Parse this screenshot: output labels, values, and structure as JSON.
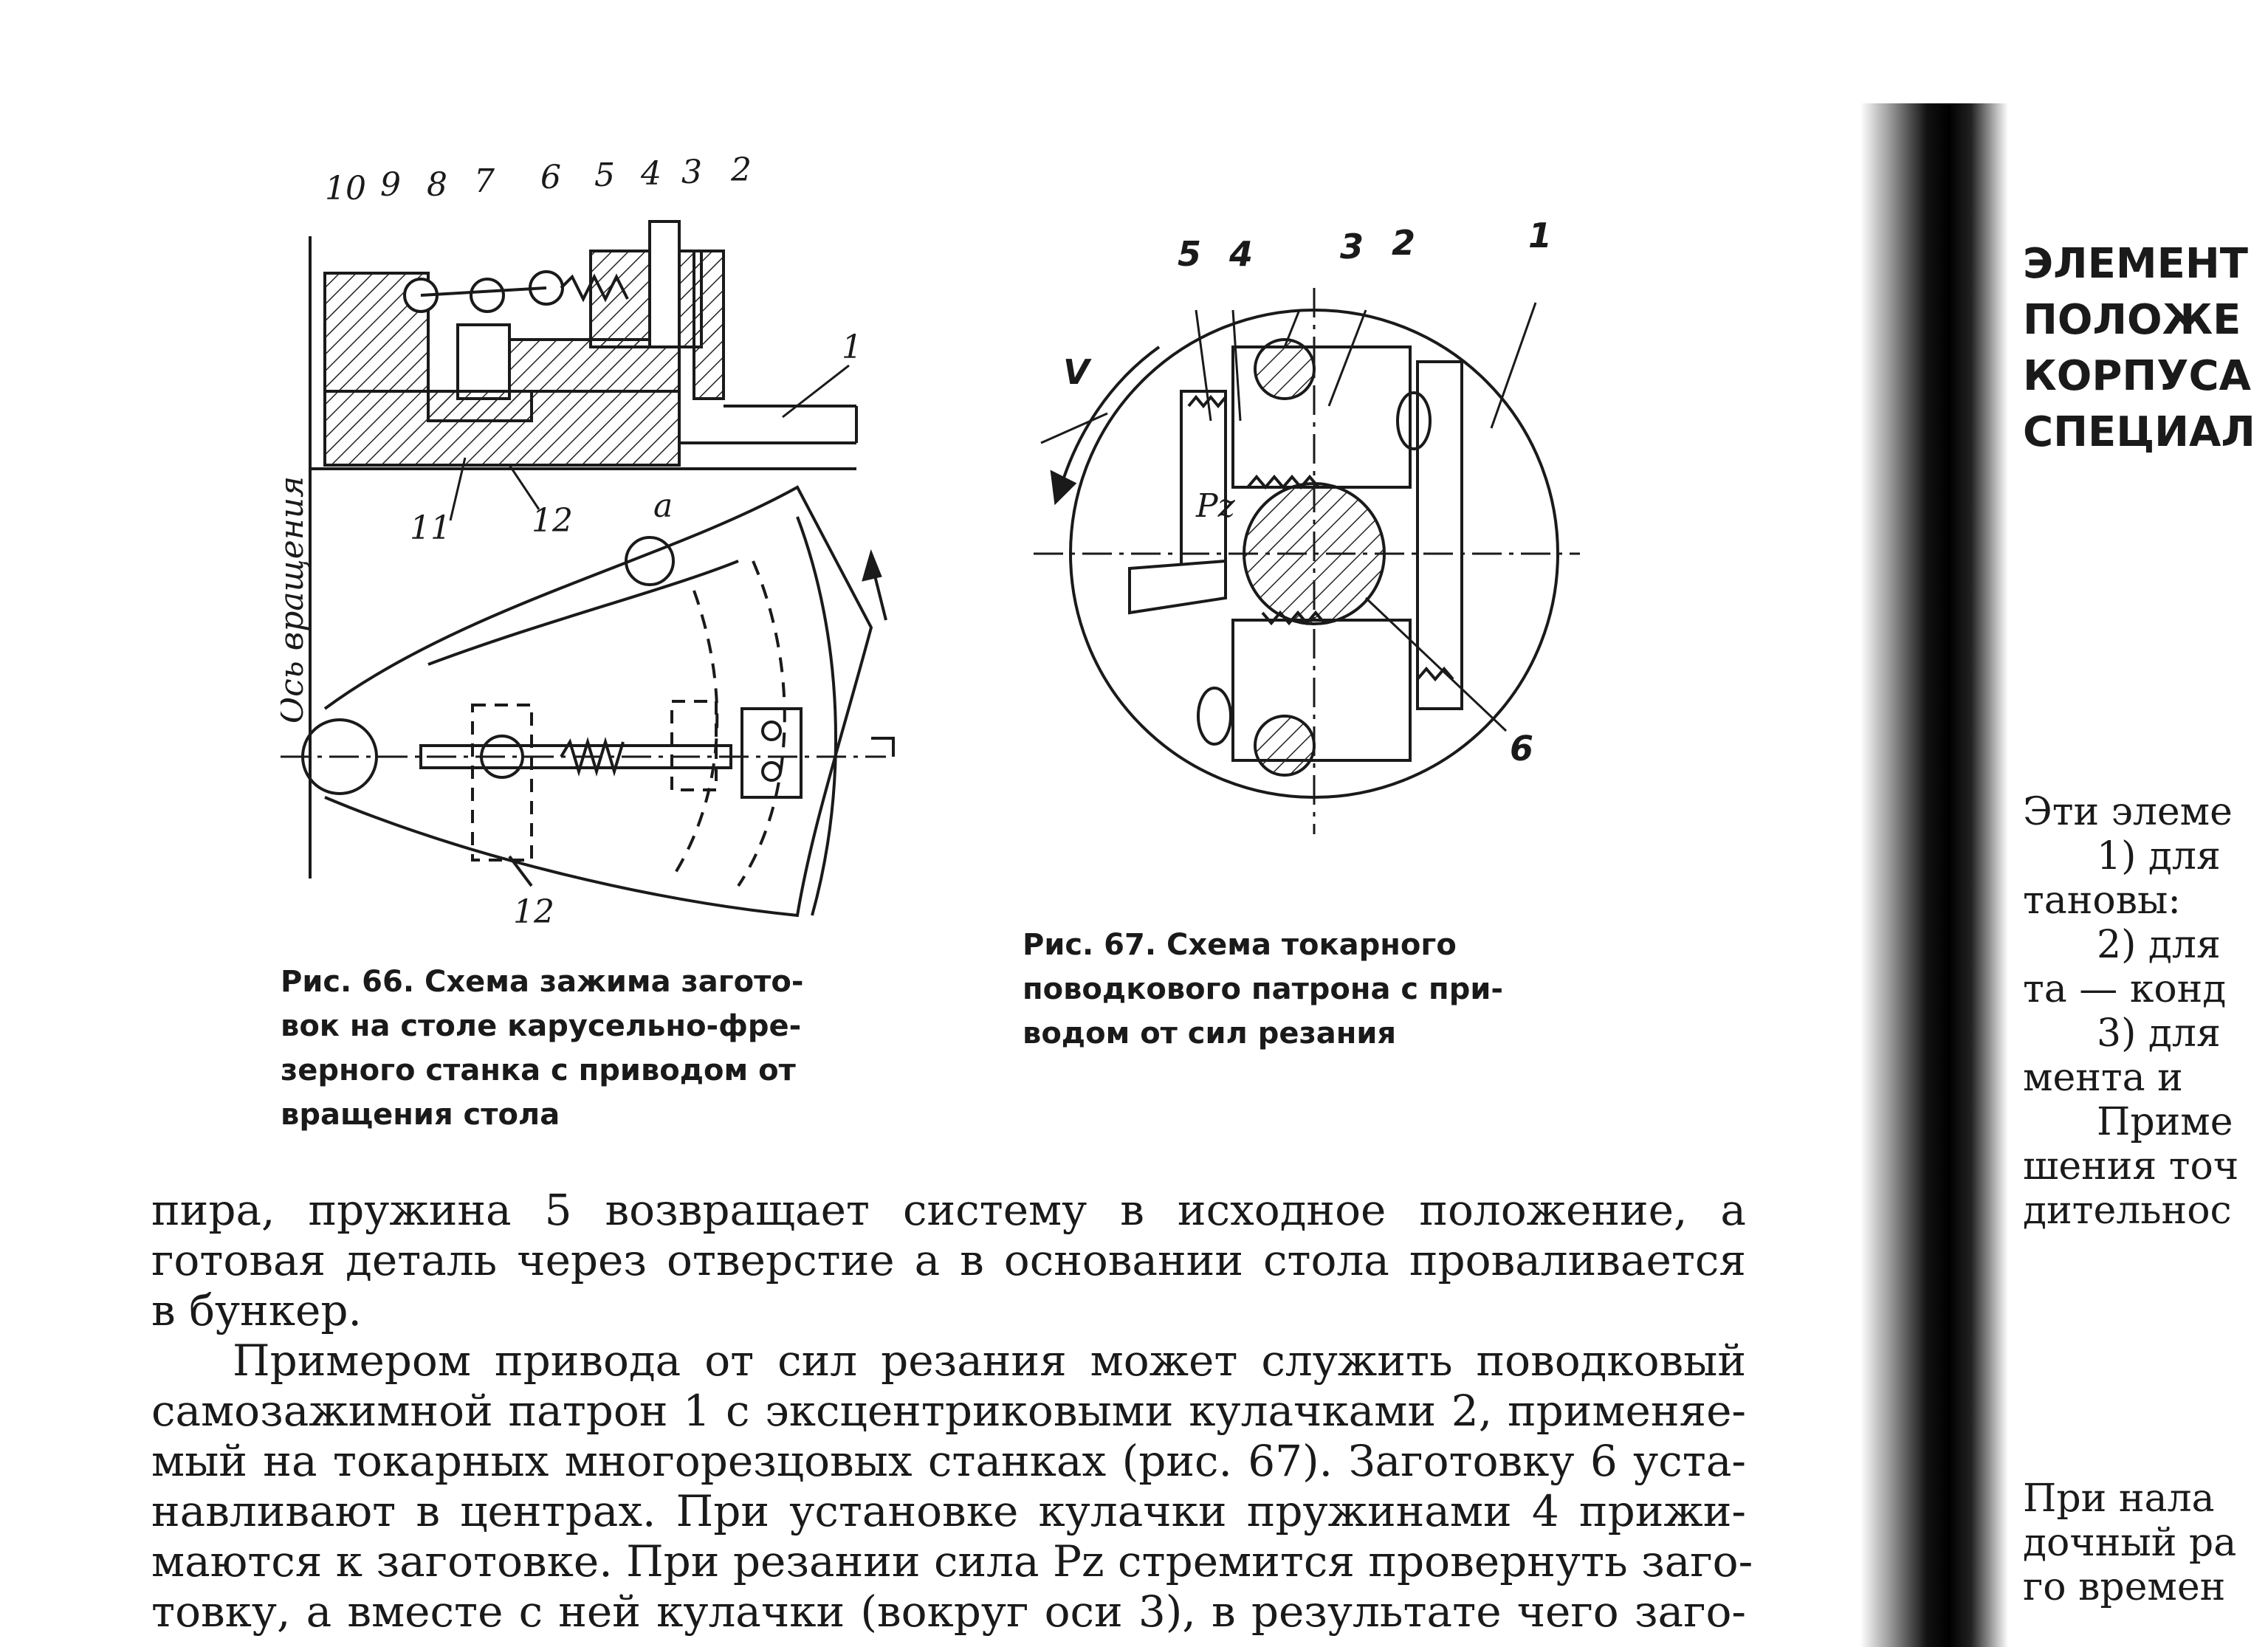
{
  "figure66": {
    "labels_top": [
      "10",
      "9",
      "8",
      "7",
      "6",
      "5",
      "4",
      "3",
      "2"
    ],
    "label_1": "1",
    "label_11": "11",
    "label_12": "12",
    "label_12_bottom": "12",
    "label_a": "a",
    "axis_label": "Ось вращения",
    "caption_lines": [
      "Рис. 66. Схема зажима загото-",
      "вок на столе карусельно-фре-",
      "зерного станка с приводом от",
      "вращения стола"
    ]
  },
  "figure67": {
    "labels": [
      "5",
      "4",
      "3",
      "2",
      "1"
    ],
    "label_6": "6",
    "label_v": "V",
    "label_pz": "Pz",
    "caption_lines": [
      "Рис. 67. Схема токарного",
      "поводкового патрона с при-",
      "водом от сил резания"
    ]
  },
  "body": {
    "lines": [
      "пира, пружина 5 возвращает систему в исходное положение, а",
      "готовая деталь через отверстие a в основании стола проваливается",
      "в бункер.",
      "Примером привода от сил резания может служить поводковый",
      "самозажимной патрон 1 с эксцентриковыми кулачками 2, применяе-",
      "мый на токарных многорезцовых станках (рис. 67). Заготовку 6 уста-",
      "навливают в центрах. При установке кулачки пружинами 4 прижи-",
      "маются к заготовке. При резании сила Pz стремится провернуть заго-",
      "товку, а вместе с ней кулачки (вокруг оси 3), в результате чего заго-"
    ]
  },
  "right_page": {
    "heading_lines": [
      "ЭЛЕМЕНТ",
      "ПОЛОЖЕ",
      "КОРПУСА",
      "СПЕЦИАЛ"
    ],
    "text_lines": [
      "Эти элеме",
      "1) для",
      "тановы:",
      "2) для",
      "та — конд",
      "3) для",
      "мента и",
      "Приме",
      "шения точ",
      "дительнос"
    ],
    "bottom_lines": [
      "При нала",
      "дочный ра",
      "го времен"
    ]
  }
}
